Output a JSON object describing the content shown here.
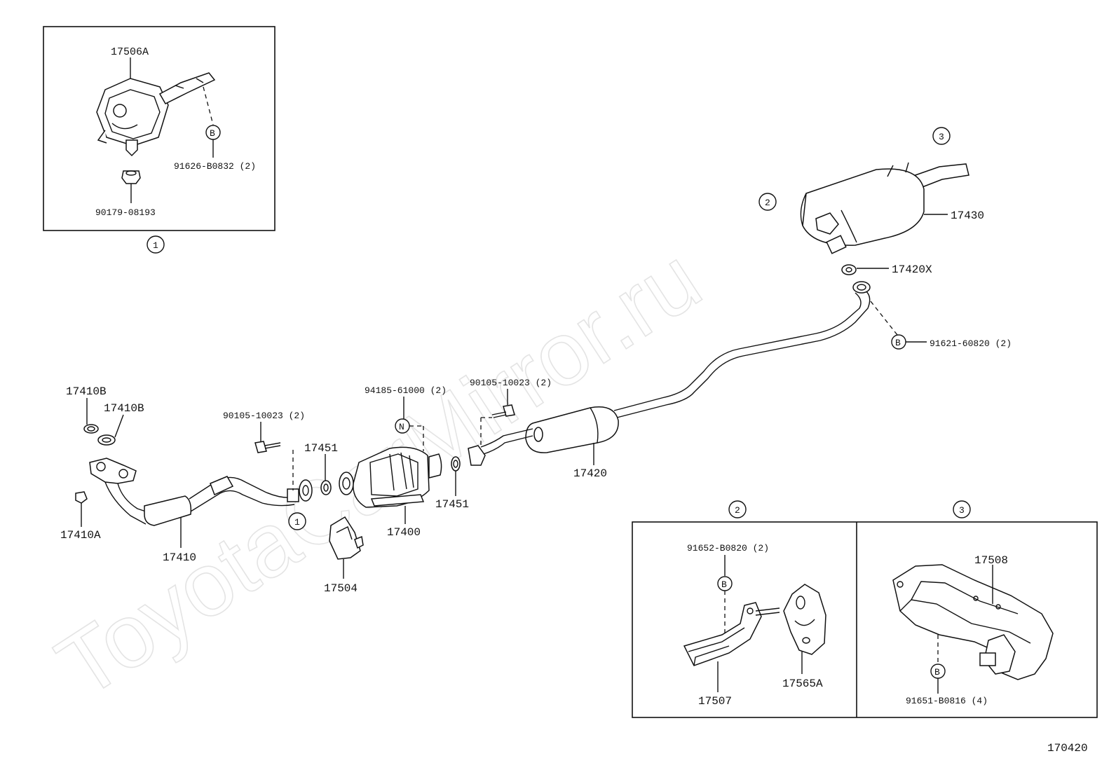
{
  "watermark": "ToyotaCarMirror.ru",
  "diagram_code": "170420",
  "callouts": {
    "c1": "1",
    "c2": "2",
    "c3": "3",
    "c1_inset": "1",
    "c2_top": "2",
    "c3_top": "3",
    "c2_inset": "2",
    "c3_inset": "3"
  },
  "markers": {
    "b": "B",
    "n": "N"
  },
  "labels": {
    "p17506A": "17506A",
    "p91626": "91626-B0832 (2)",
    "p90179": "90179-08193",
    "p17430": "17430",
    "p17420X": "17420X",
    "p91621": "91621-60820 (2)",
    "p17410B_1": "17410B",
    "p17410B_2": "17410B",
    "p17410A": "17410A",
    "p17410": "17410",
    "p90105_a": "90105-10023 (2)",
    "p17451_a": "17451",
    "p94185": "94185-61000 (2)",
    "p90105_b": "90105-10023 (2)",
    "p17451_b": "17451",
    "p17400": "17400",
    "p17504": "17504",
    "p17420": "17420",
    "p91652": "91652-B0820 (2)",
    "p17507": "17507",
    "p17565A": "17565A",
    "p17508": "17508",
    "p91651": "91651-B0816 (4)"
  }
}
